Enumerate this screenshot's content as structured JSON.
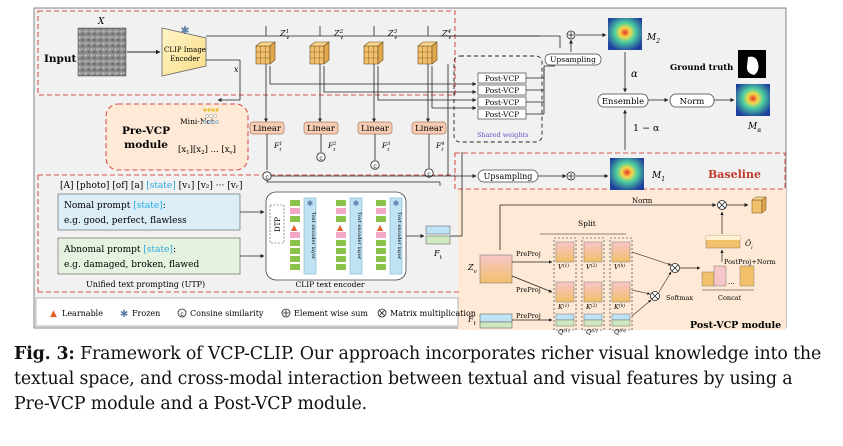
{
  "figure": {
    "input_label": "Input",
    "x_label": "X",
    "x_small": "x",
    "clip_image_encoder": [
      "CLIP Image",
      "Encoder"
    ],
    "z_labels": [
      "Z",
      "Z",
      "Z",
      "Z"
    ],
    "z_sups": [
      "1",
      "2",
      "3",
      "4"
    ],
    "z_subs": [
      "v",
      "v",
      "v",
      "v"
    ],
    "post_vcp_label": "Post-VCP",
    "shared_weights": "Shared weights",
    "upsampling": "Upsampling",
    "m2": "M",
    "m2_sub": "2",
    "alpha": "α",
    "ground_truth": "Ground truth",
    "ensemble": "Ensemble",
    "norm": "Norm",
    "m_alpha": "M",
    "m_alpha_sub": "α",
    "one_minus_alpha": "1 − α",
    "pre_vcp_title": [
      "Pre-VCP",
      "module"
    ],
    "mini_net": "Mini-Net",
    "x_tokens": [
      "[x",
      "][x",
      "] ... [x",
      "]"
    ],
    "x_token_subs": [
      "1",
      "2",
      "v"
    ],
    "linear": "Linear",
    "f_labels": [
      "F",
      "F",
      "F",
      "F"
    ],
    "f_sups": [
      "1",
      "2",
      "3",
      "4"
    ],
    "f_subs": [
      "t",
      "t",
      "t",
      "t"
    ],
    "m1": "M",
    "m1_sub": "1",
    "baseline": "Baseline",
    "prompt_tokens_plain": "[A] [photo] [of] [a]",
    "prompt_token_state": "[state]",
    "prompt_tokens_v": "[v₁] [v₂] ··· [vᵣ]",
    "normal_prompt_title": "Nomal prompt ",
    "normal_prompt_state": "[state]",
    "normal_prompt_colon": ":",
    "normal_prompt_eg": "e.g.  good, perfect, flawless",
    "abnormal_prompt_title": "Abnomal prompt ",
    "abnormal_prompt_state": "[state]",
    "abnormal_prompt_colon": ":",
    "abnormal_prompt_eg": "e.g. damaged, broken, flawed",
    "utp_label": "Unified text prompting (UTP)",
    "dtp_label": "DTP",
    "text_encoder_layer": "Text encoder layer",
    "clip_text_encoder": "CLIP text encoder",
    "ft_label": "F",
    "ft_sub": "t",
    "legend": {
      "learnable": "Learnable",
      "frozen": "Frozen",
      "cosine": "Consine similarity",
      "element_sum": "Element wise sum",
      "matrix_mult": "Matrix multiplication"
    },
    "post_module": {
      "norm": "Norm",
      "split": "Split",
      "zv": "Z",
      "zv_sub": "v",
      "ft": "F",
      "ft_sub": "t",
      "preproj": "PreProj",
      "v_labels": [
        "V",
        "V",
        "V"
      ],
      "k_labels": [
        "K",
        "K",
        "K"
      ],
      "q_labels": [
        "Q",
        "Q",
        "Q"
      ],
      "head_sups": [
        "(1)",
        "(2)",
        "(h)"
      ],
      "softmax": "Softmax",
      "concat": "Concat",
      "postproj": "PostProj+Norm",
      "oi": "Ô",
      "oi_sub": "i",
      "title": "Post-VCP module"
    }
  },
  "caption": {
    "label": "Fig. 3:",
    "text": " Framework of VCP-CLIP. Our approach incorporates richer visual knowledge into the textual space, and cross-modal interaction between textual and visual features by using a Pre-VCP module and a Post-VCP module."
  },
  "colors": {
    "linear_fill": "#f6cdb4",
    "peach": "#fde9d5",
    "blue_box": "#dbeef8",
    "green_box": "#e6f2e0",
    "dashed_red": "#d9534f",
    "baseline_red": "#c0392b",
    "state_blue": "#29a8e0",
    "shared_weights": "#6a4fc8"
  }
}
